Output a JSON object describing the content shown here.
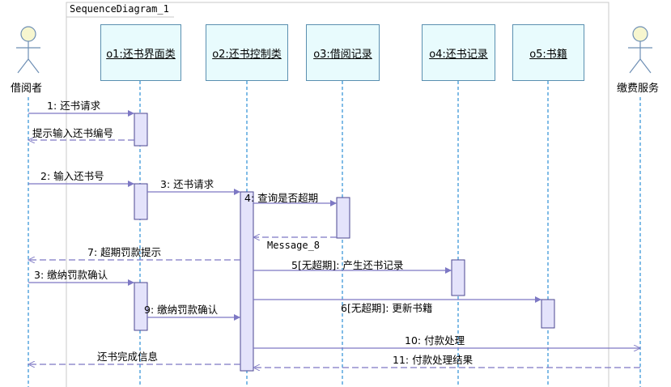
{
  "diagram": {
    "frame_title": "SequenceDiagram_1",
    "actors": [
      {
        "id": "borrower",
        "label": "借阅者"
      },
      {
        "id": "payment",
        "label": "缴费服务"
      }
    ],
    "objects": [
      {
        "id": "o1",
        "label": "o1:还书界面类"
      },
      {
        "id": "o2",
        "label": "o2:还书控制类"
      },
      {
        "id": "o3",
        "label": "o3:借阅记录"
      },
      {
        "id": "o4",
        "label": "o4:还书记录"
      },
      {
        "id": "o5",
        "label": "o5:书籍"
      }
    ],
    "messages": [
      {
        "label": "1: 还书请求",
        "type": "sync"
      },
      {
        "label": "提示输入还书编号",
        "type": "return"
      },
      {
        "label": "2: 输入还书号",
        "type": "sync"
      },
      {
        "label": "3: 还书请求",
        "type": "sync"
      },
      {
        "label": "4: 查询是否超期",
        "type": "sync"
      },
      {
        "label": "Message_8",
        "type": "return"
      },
      {
        "label": "7: 超期罚款提示",
        "type": "return"
      },
      {
        "label": "5[无超期]: 产生还书记录",
        "type": "sync"
      },
      {
        "label": "3: 缴纳罚款确认",
        "type": "sync"
      },
      {
        "label": "9: 缴纳罚款确认",
        "type": "sync"
      },
      {
        "label": "6[无超期]: 更新书籍",
        "type": "sync"
      },
      {
        "label": "10: 付款处理",
        "type": "async"
      },
      {
        "label": "11: 付款处理结果",
        "type": "return"
      },
      {
        "label": "还书完成信息",
        "type": "return"
      }
    ]
  },
  "colors": {
    "lifeline": "#2d8fd6",
    "arrow": "#7d78c4",
    "activation_fill": "#e4e3fb",
    "activation_border": "#4b4790",
    "object_fill": "#e8fbfd",
    "object_border": "#5a8fb0",
    "actor_fill": "#f7f6cf",
    "frame": "#c8c8c8"
  }
}
